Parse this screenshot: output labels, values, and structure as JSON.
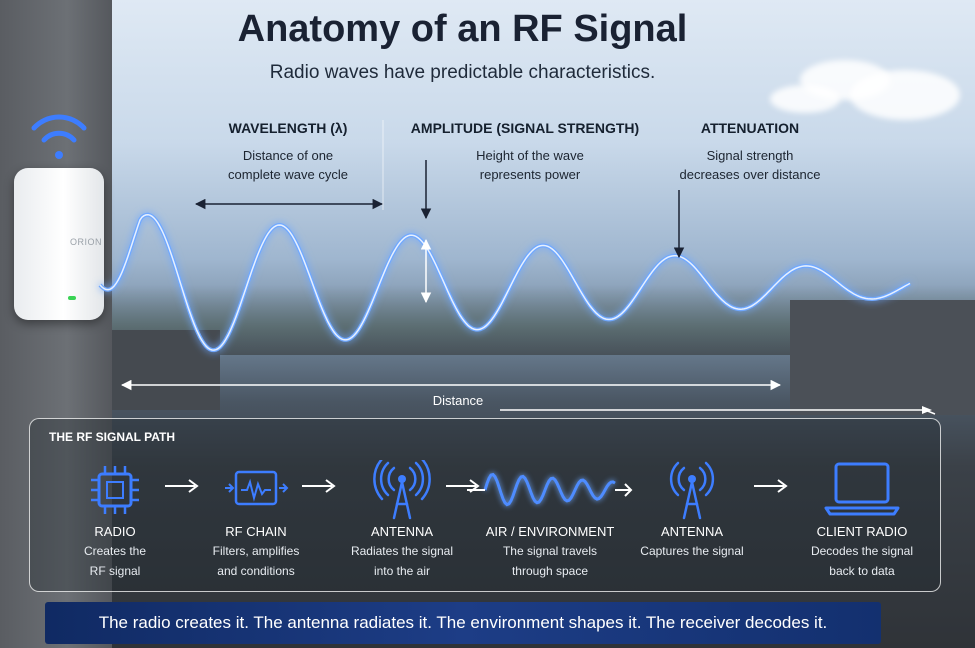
{
  "header": {
    "title": "Anatomy of an RF Signal",
    "subtitle": "Radio waves have predictable characteristics."
  },
  "router_logo": "ORION",
  "annotations": [
    {
      "id": "wavelength",
      "title": "WAVELENGTH (λ)",
      "lines": [
        "Distance of one",
        "complete wave cycle"
      ]
    },
    {
      "id": "amplitude",
      "title": "AMPLITUDE (SIGNAL STRENGTH)",
      "lines": [
        "Height of the wave",
        "represents power"
      ]
    },
    {
      "id": "attenuation",
      "title": "ATTENUATION",
      "lines": [
        "Signal strength",
        "decreases over distance"
      ]
    }
  ],
  "distance_label": "Distance",
  "signal_path": {
    "title": "THE RF SIGNAL PATH",
    "steps": [
      {
        "label": "RADIO",
        "desc": [
          "Creates the",
          "RF signal"
        ],
        "icon": "chip-icon"
      },
      {
        "label": "RF CHAIN",
        "desc": [
          "Filters, amplifies",
          "and conditions"
        ],
        "icon": "rf-chain-icon"
      },
      {
        "label": "ANTENNA",
        "desc": [
          "Radiates the signal",
          "into the air"
        ],
        "icon": "antenna-icon"
      },
      {
        "label": "AIR / ENVIRONMENT",
        "desc": [
          "The signal travels",
          "through space"
        ],
        "icon": "wave-icon"
      },
      {
        "label": "ANTENNA",
        "desc": [
          "Captures the signal"
        ],
        "icon": "antenna-icon"
      },
      {
        "label": "CLIENT RADIO",
        "desc": [
          "Decodes the signal",
          "back to data"
        ],
        "icon": "laptop-icon"
      }
    ]
  },
  "footer": "The radio creates it. The antenna radiates it. The environment shapes it. The receiver decodes it.",
  "colors": {
    "accent": "#3d7dff",
    "glow": "#6fa8ff",
    "footer_bg": "#1d3d86"
  }
}
